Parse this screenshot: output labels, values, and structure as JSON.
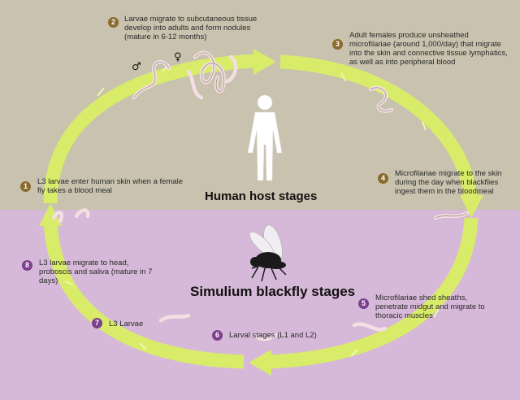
{
  "colors": {
    "human_bg": "#c8c2ae",
    "fly_bg": "#d6b8d8",
    "arrow": "#d9ec6a",
    "human_badge": "#8a6a2c",
    "fly_badge": "#7b3f8c",
    "worm": "#f3dfe3"
  },
  "headings": {
    "human": "Human host stages",
    "fly": "Simulium blackfly stages"
  },
  "stages": [
    {
      "num": "1",
      "text": "L3 larvae enter human skin when a female fly takes a blood meal"
    },
    {
      "num": "2",
      "text": "Larvae migrate to subcutaneous tissue develop into adults and form nodules (mature in 6-12 months)"
    },
    {
      "num": "3",
      "text": "Adult females produce unsheathed microfilariae (around 1,000/day) that migrate into the skin and connective tissue lymphatics, as well as into peripheral blood"
    },
    {
      "num": "4",
      "text": "Microfilariae migrate to the skin during the day when blackflies ingest them in the bloodmeal"
    },
    {
      "num": "5",
      "text": "Microfilariae shed sheaths, penetrate midgut and migrate to thoracic muscles"
    },
    {
      "num": "6",
      "text": "Larval stages (L1 and L2)"
    },
    {
      "num": "7",
      "text": "L3 Larvae"
    },
    {
      "num": "8",
      "text": "L3 larvae migrate to head, proboscis and saliva (mature in 7 days)"
    }
  ],
  "symbols": {
    "male": "♂",
    "female": "♀"
  },
  "icons": [
    "human-silhouette-icon",
    "blackfly-icon",
    "worm-icon",
    "male-symbol-icon",
    "female-symbol-icon"
  ]
}
